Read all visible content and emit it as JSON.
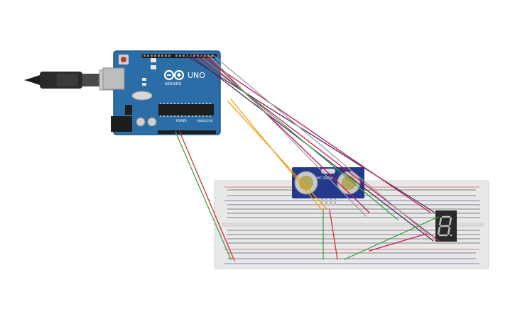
{
  "arduino": {
    "brand": "ARDUINO",
    "model": "UNO",
    "power_label": "POWER",
    "analog_label": "ANALOG IN",
    "board_color": "#2b6da6",
    "logo_color": "#ffffff"
  },
  "sensor": {
    "label": "HC-SR04",
    "pcb_color": "#22398c"
  },
  "display": {
    "digit": "8",
    "segment_color": "#bdbdbd"
  },
  "colors": {
    "breadboard": "#e8e8e8",
    "wire_red": "#d32f2f",
    "wire_green": "#43a047",
    "wire_orange": "#f39c12",
    "wire_purple": "#4a2a5a",
    "wire_magenta": "#c2185b",
    "wire_gray": "#9e9e9e"
  }
}
